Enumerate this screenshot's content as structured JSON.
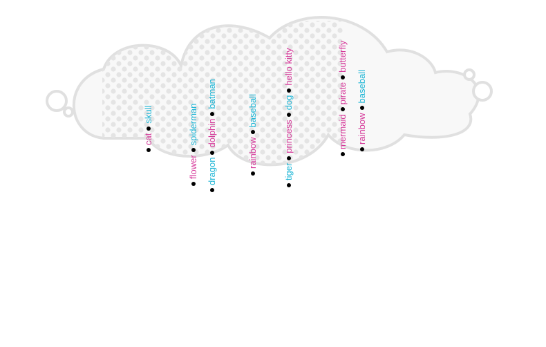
{
  "colors": {
    "cyan": "#1fb6d6",
    "magenta": "#d6399a",
    "cloud_fill": "#f7f7f7",
    "cloud_outline": "#e2e2e2",
    "dot": "#e4e4e4",
    "bullet": "#000000"
  },
  "strands": [
    {
      "id": "s1",
      "tags": [
        {
          "text": "cat",
          "color": "magenta"
        },
        {
          "text": "skull",
          "color": "cyan"
        }
      ]
    },
    {
      "id": "s2",
      "tags": [
        {
          "text": "flower",
          "color": "magenta"
        },
        {
          "text": "spiderman",
          "color": "cyan"
        }
      ]
    },
    {
      "id": "s3",
      "tags": [
        {
          "text": "dragon",
          "color": "cyan"
        },
        {
          "text": "dolphin",
          "color": "magenta"
        },
        {
          "text": "batman",
          "color": "cyan"
        }
      ]
    },
    {
      "id": "s4",
      "tags": [
        {
          "text": "rainbow",
          "color": "magenta"
        },
        {
          "text": "baseball",
          "color": "cyan"
        }
      ]
    },
    {
      "id": "s5",
      "tags": [
        {
          "text": "tiger",
          "color": "cyan"
        },
        {
          "text": "princess",
          "color": "magenta"
        },
        {
          "text": "dog",
          "color": "cyan"
        },
        {
          "text": "hello kitty",
          "color": "magenta"
        }
      ]
    },
    {
      "id": "s6",
      "tags": [
        {
          "text": "mermaid",
          "color": "magenta"
        },
        {
          "text": "pirate",
          "color": "magenta"
        },
        {
          "text": "butterfly",
          "color": "magenta"
        }
      ]
    },
    {
      "id": "s7",
      "tags": [
        {
          "text": "rainbow",
          "color": "magenta"
        },
        {
          "text": "baseball",
          "color": "cyan"
        }
      ]
    }
  ]
}
